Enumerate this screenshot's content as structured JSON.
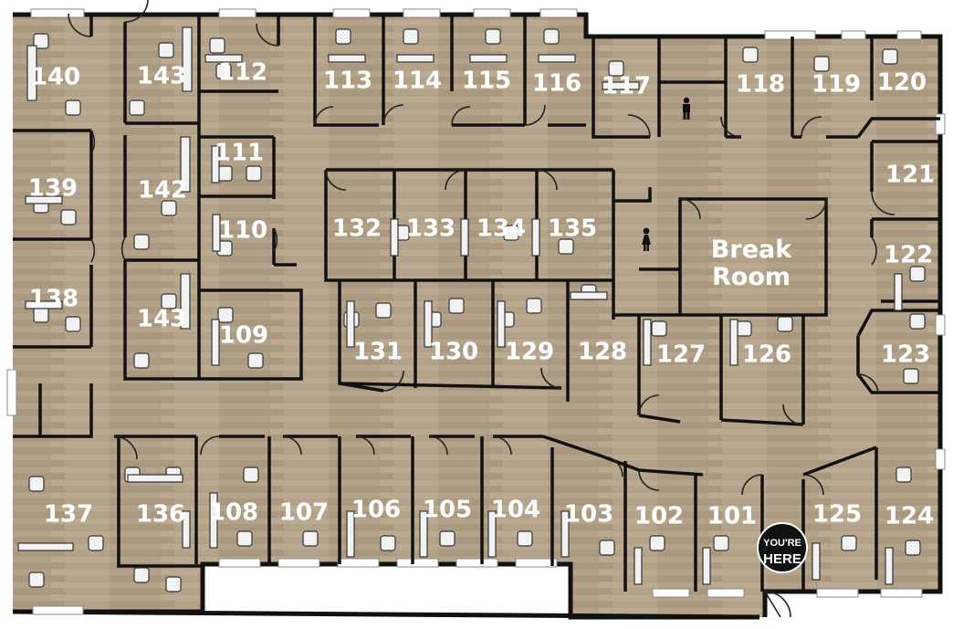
{
  "rooms": {
    "r140": "140",
    "r143a": "143",
    "r112": "112",
    "r113": "113",
    "r114": "114",
    "r115": "115",
    "r116": "116",
    "r117": "117",
    "r118": "118",
    "r119": "119",
    "r120": "120",
    "r139": "139",
    "r142": "142",
    "r111": "111",
    "r110": "110",
    "r132": "132",
    "r133": "133",
    "r134": "134",
    "r135": "135",
    "r121": "121",
    "r122": "122",
    "r138": "138",
    "r143b": "143",
    "r109": "109",
    "r131": "131",
    "r130": "130",
    "r129": "129",
    "r128": "128",
    "r127": "127",
    "r126": "126",
    "r123": "123",
    "r137": "137",
    "r136": "136",
    "r108": "108",
    "r107": "107",
    "r106": "106",
    "r105": "105",
    "r104": "104",
    "r103": "103",
    "r102": "102",
    "r101": "101",
    "r125": "125",
    "r124": "124"
  },
  "break_room": {
    "line1": "Break",
    "line2": "Room"
  },
  "marker": {
    "line1": "YOU'RE",
    "line2": "HERE"
  },
  "colors": {
    "floor": "#b3a28a",
    "wall": "#111111",
    "label": "#ffffff",
    "marker": "#111111"
  },
  "icons": [
    "restroom-man-icon",
    "restroom-woman-icon",
    "you-are-here-marker-icon"
  ]
}
